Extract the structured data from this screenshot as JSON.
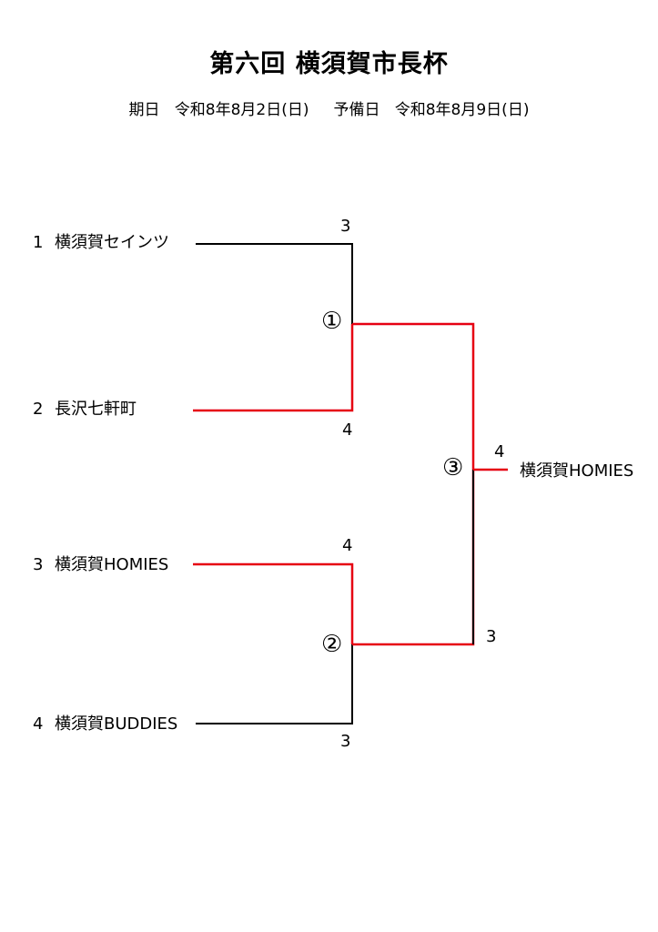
{
  "header": {
    "title": "第六回 横須賀市長杯",
    "date_label": "期日",
    "date_value": "令和8年8月2日(日)",
    "reserve_label": "予備日",
    "reserve_value": "令和8年8月9日(日)"
  },
  "teams": [
    {
      "seed": "1",
      "name": "横須賀セインツ"
    },
    {
      "seed": "2",
      "name": "長沢七軒町"
    },
    {
      "seed": "3",
      "name": "横須賀HOMIES"
    },
    {
      "seed": "4",
      "name": "横須賀BUDDIES"
    }
  ],
  "matches": [
    {
      "label": "①",
      "top_score": "3",
      "bottom_score": "4",
      "winner": "長沢七軒町"
    },
    {
      "label": "②",
      "top_score": "4",
      "bottom_score": "3",
      "winner": "横須賀HOMIES"
    },
    {
      "label": "③",
      "top_score": "4",
      "bottom_score": "3",
      "winner": "横須賀HOMIES"
    }
  ],
  "champion": "横須賀HOMIES",
  "colors": {
    "winner_line": "#e60012",
    "loser_line": "#000000"
  }
}
